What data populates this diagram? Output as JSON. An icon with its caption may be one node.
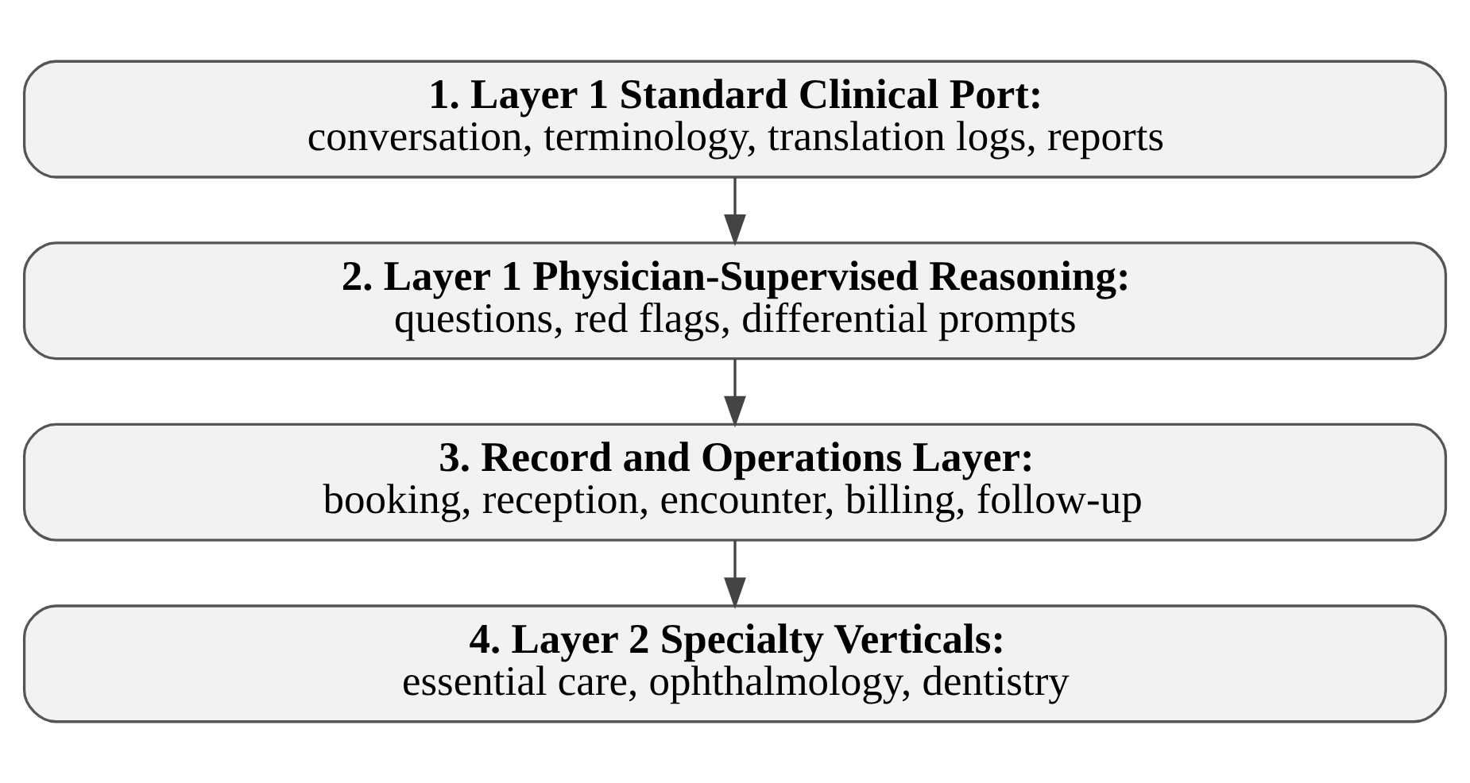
{
  "diagram": {
    "nodes": [
      {
        "text": [
          "1. Layer 1 Standard Clinical Port:",
          "conversation, terminology, translation logs, reports"
        ]
      },
      {
        "text": [
          "2. Layer 1 Physician-Supervised Reasoning:",
          "questions, red flags, differential prompts"
        ]
      },
      {
        "text": [
          "3. Record and Operations Layer:",
          "booking, reception, encounter, billing, follow-up"
        ]
      },
      {
        "text": [
          "4. Layer 2 Specialty Verticals:",
          "essential care, ophthalmology, dentistry"
        ]
      }
    ],
    "edges": [
      {
        "from": 0,
        "to": 1,
        "arrow": "to"
      },
      {
        "from": 1,
        "to": 2,
        "arrow": "to"
      },
      {
        "from": 2,
        "to": 3,
        "arrow": "to"
      }
    ]
  }
}
